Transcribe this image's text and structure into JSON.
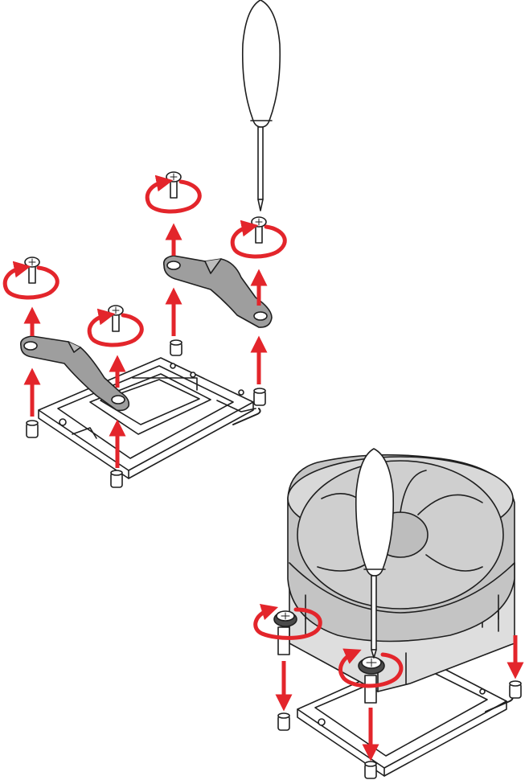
{
  "diagram": {
    "kind": "installation-illustration",
    "colors": {
      "arrow": "#e3252b",
      "line": "#1f1f1f",
      "part_fill": "#bdbdbd",
      "part_dark": "#8f8f8f",
      "light_fill": "#e6e6e6",
      "background": "#ffffff"
    },
    "upper_assembly": {
      "parts": [
        "screwdriver",
        "screw",
        "screw",
        "screw",
        "screw",
        "retention-bracket",
        "retention-bracket",
        "socket",
        "standoff",
        "standoff",
        "standoff",
        "standoff"
      ],
      "actions": [
        "unscrew",
        "lift-bracket-up",
        "lift-standoff-out"
      ]
    },
    "lower_assembly": {
      "parts": [
        "screwdriver",
        "cooler-fan",
        "spring-screw",
        "spring-screw",
        "socket",
        "standoff",
        "standoff",
        "standoff"
      ],
      "actions": [
        "unscrew",
        "push-down-into-standoff"
      ]
    }
  }
}
